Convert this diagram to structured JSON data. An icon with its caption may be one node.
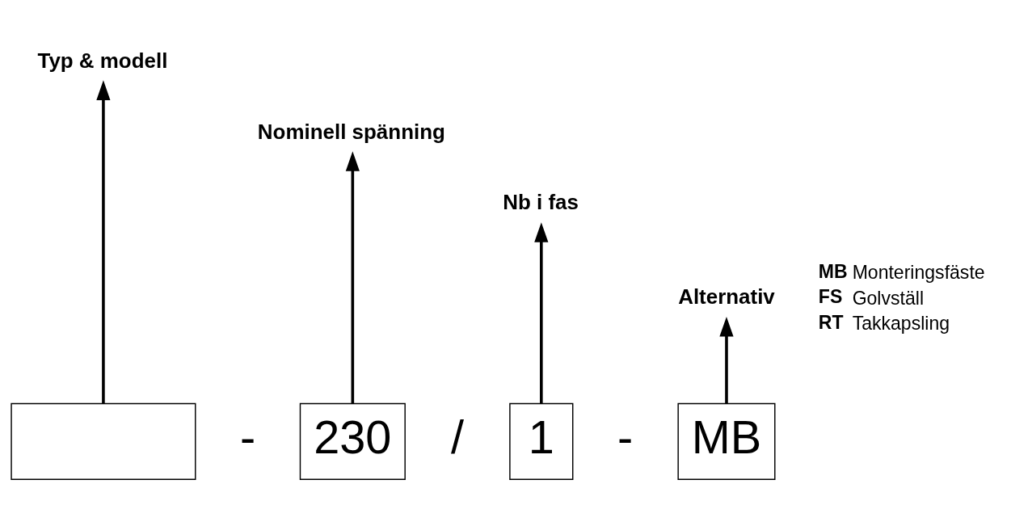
{
  "diagram": {
    "nodes": [
      {
        "text": [
          "Typ & modell"
        ]
      },
      {
        "text": [
          "Nominell spänning"
        ]
      },
      {
        "text": [
          "Nb i fas"
        ]
      },
      {
        "text": [
          "Alternativ"
        ]
      },
      {
        "text": [],
        "shape": "box"
      },
      {
        "text": [
          "230"
        ]
      },
      {
        "text": [
          "1"
        ]
      },
      {
        "text": [
          "MB"
        ]
      }
    ],
    "edges": [
      {
        "from": 4,
        "to": 0,
        "arrow": "to"
      },
      {
        "from": 5,
        "to": 1,
        "arrow": "to"
      },
      {
        "from": 6,
        "to": 2,
        "arrow": "to"
      },
      {
        "from": 7,
        "to": 3,
        "arrow": "to"
      }
    ],
    "labels": [
      "-",
      "/",
      "-",
      "MB",
      "Monteringsfäste",
      "FS",
      "Golvställ",
      "RT",
      "Takkapsling"
    ]
  }
}
